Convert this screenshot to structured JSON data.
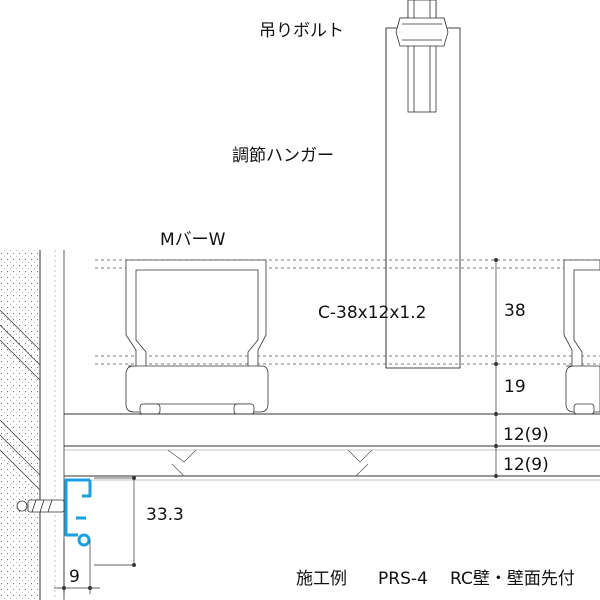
{
  "labels": {
    "hanger_bolt": "吊りボルト",
    "adjust_hanger": "調節ハンガー",
    "m_bar": "MバーW",
    "c_channel": "C-38x12x1.2"
  },
  "dimensions": {
    "d38": "38",
    "d19": "19",
    "board1": "12(9)",
    "board2": "12(9)",
    "profile_height": "33.3",
    "profile_width": "9"
  },
  "footer": {
    "title": "施工例",
    "model": "PRS-4",
    "note": "RC壁・壁面先付"
  },
  "colors": {
    "profile": "#1aa0e0",
    "line": "#333333"
  }
}
